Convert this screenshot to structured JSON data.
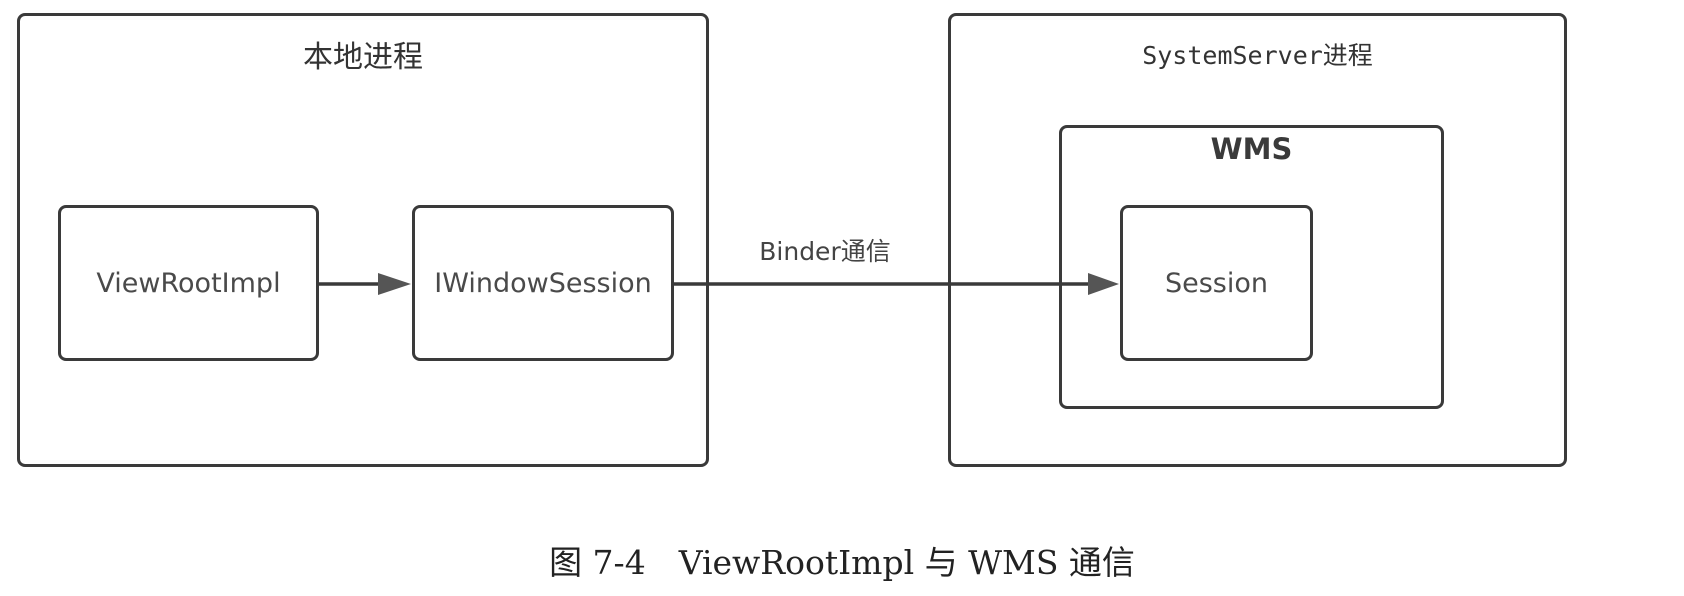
{
  "diagram": {
    "containers": {
      "local_process": {
        "title": "本地进程"
      },
      "system_server_process": {
        "title": "SystemServer进程"
      },
      "wms": {
        "title": "WMS"
      }
    },
    "nodes": {
      "view_root_impl": {
        "label": "ViewRootImpl"
      },
      "iwindow_session": {
        "label": "IWindowSession"
      },
      "session": {
        "label": "Session"
      }
    },
    "edges": [
      {
        "from": "ViewRootImpl",
        "to": "IWindowSession",
        "label": ""
      },
      {
        "from": "IWindowSession",
        "to": "Session",
        "label": "Binder通信"
      }
    ],
    "binder_label": "Binder通信",
    "caption": "图 7-4　ViewRootImpl 与 WMS 通信",
    "colors": {
      "stroke": "#3a3a3a",
      "arrowhead": "#555555",
      "background": "#ffffff"
    }
  }
}
